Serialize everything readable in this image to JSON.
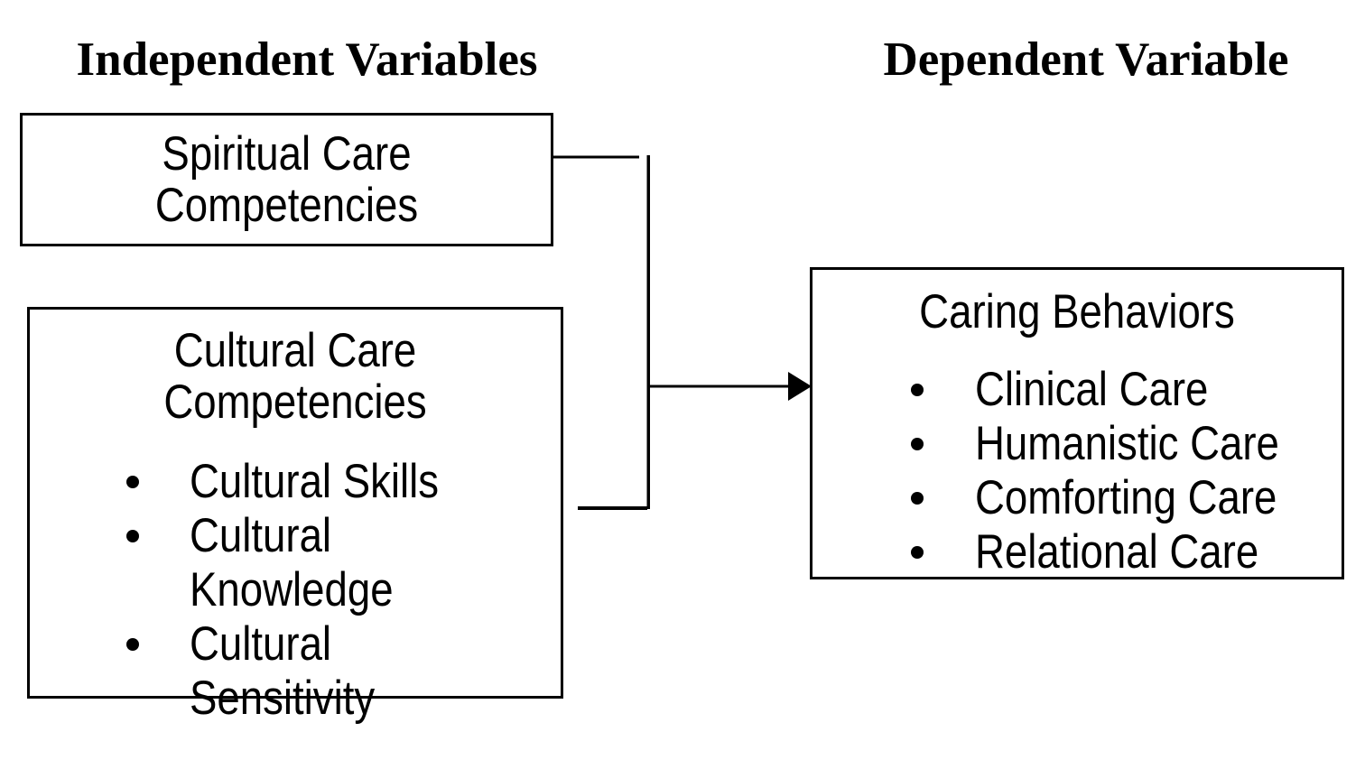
{
  "headings": {
    "independent": "Independent Variables",
    "dependent": "Dependent Variable"
  },
  "boxes": {
    "spiritual": {
      "title": "Spiritual Care\nCompetencies"
    },
    "cultural": {
      "title": "Cultural Care\nCompetencies",
      "items": [
        "Cultural Skills",
        "Cultural\nKnowledge",
        "Cultural Sensitivity"
      ]
    },
    "caring": {
      "title": "Caring Behaviors",
      "items": [
        "Clinical Care",
        "Humanistic Care",
        "Comforting Care",
        "Relational Care"
      ]
    }
  },
  "colors": {
    "line": "#000000",
    "text": "#000000",
    "background": "#ffffff"
  }
}
